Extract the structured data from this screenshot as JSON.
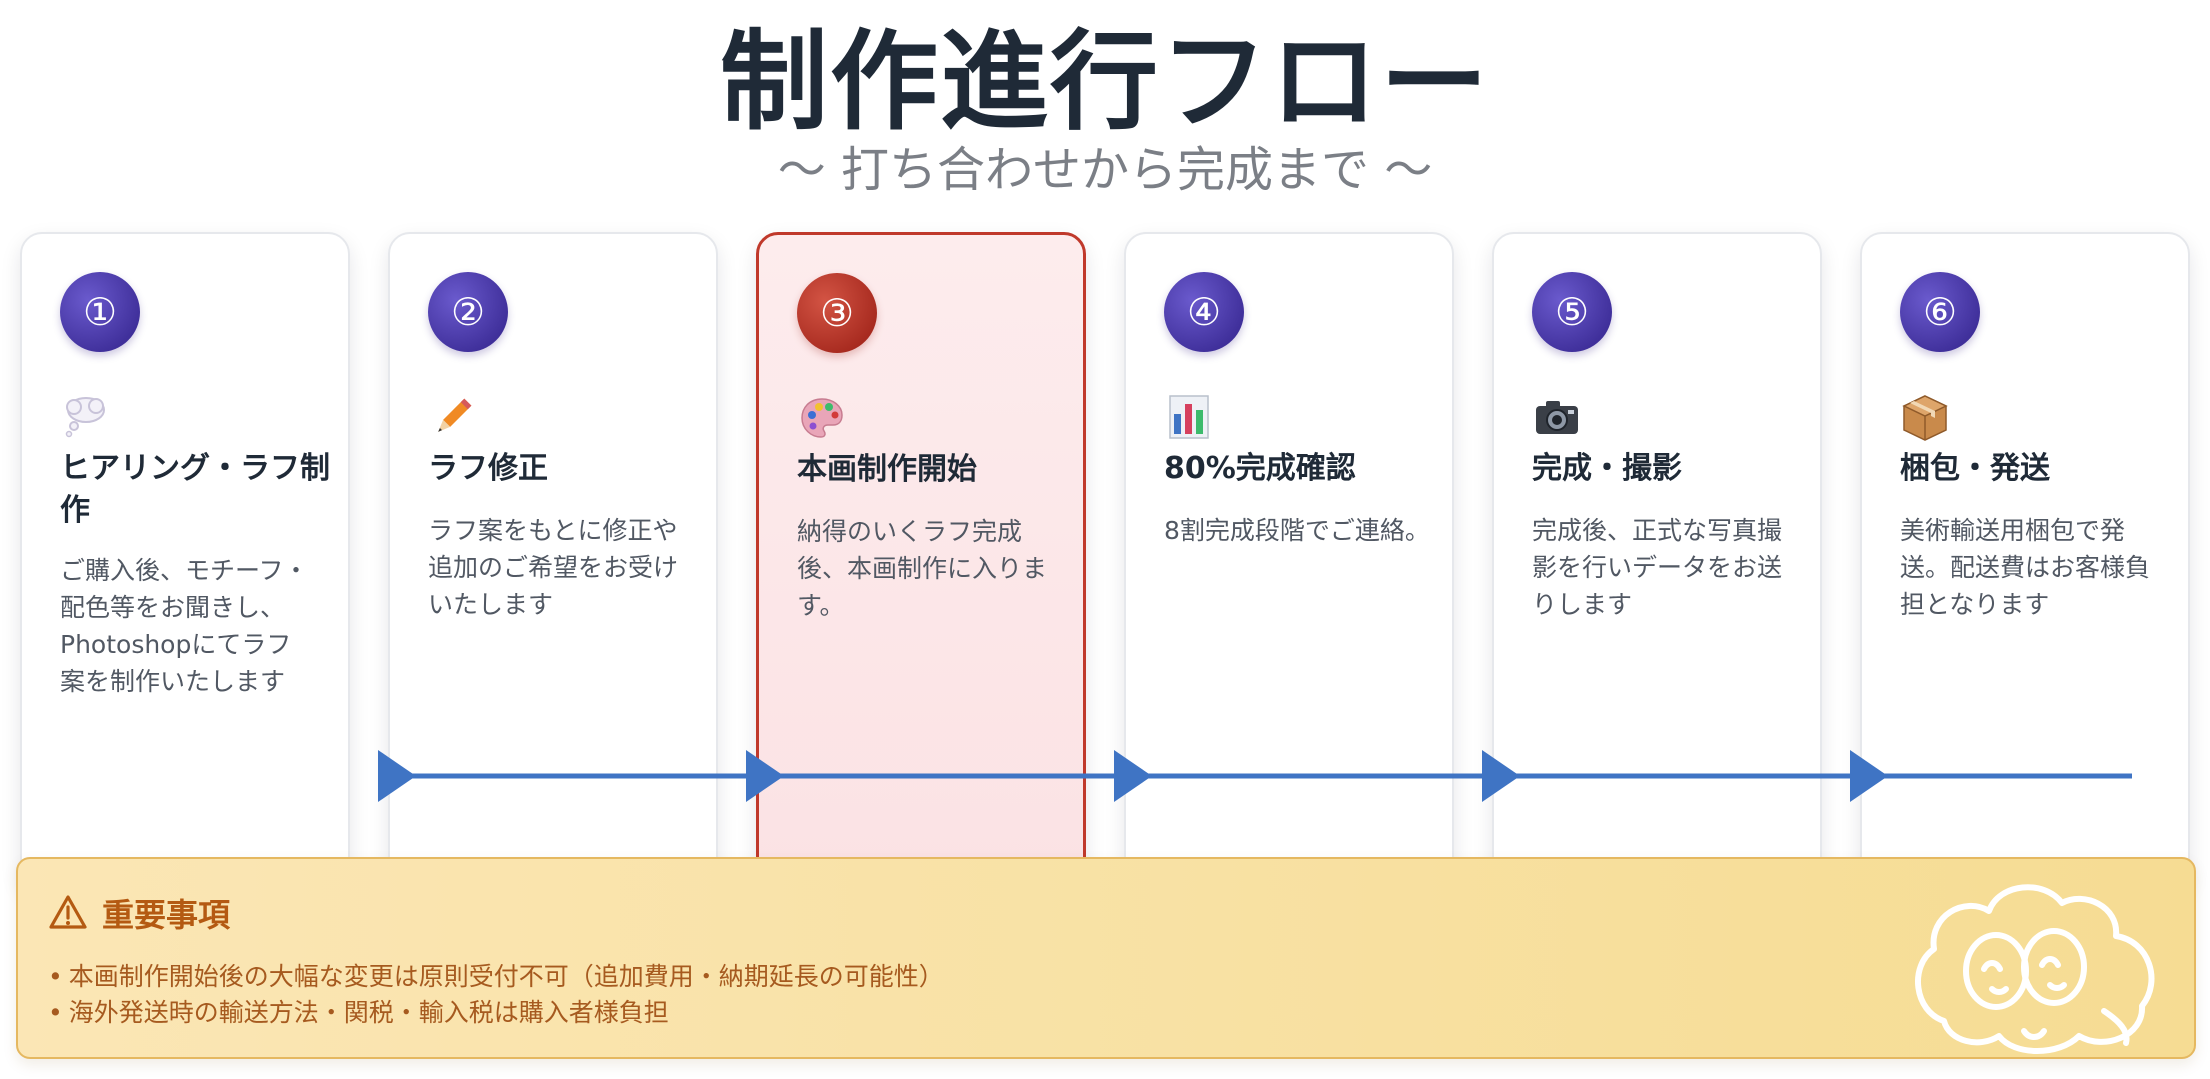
{
  "header": {
    "title": "制作進行フロー",
    "subtitle": "〜 打ち合わせから完成まで 〜"
  },
  "steps": [
    {
      "number": "①",
      "icon": "thought-bubble-icon",
      "title": "ヒアリング・ラフ制作",
      "description": "ご購入後、モチーフ・配色等をお聞きし、Photoshopにてラフ案を制作いたします",
      "active": false
    },
    {
      "number": "②",
      "icon": "pencil-icon",
      "title": "ラフ修正",
      "description": "ラフ案をもとに修正や追加のご希望をお受けいたします",
      "active": false
    },
    {
      "number": "③",
      "icon": "palette-icon",
      "title": "本画制作開始",
      "description": "納得のいくラフ完成後、本画制作に入ります。",
      "active": true
    },
    {
      "number": "④",
      "icon": "bar-chart-icon",
      "title": "80%完成確認",
      "description": "8割完成段階でご連絡。",
      "active": false
    },
    {
      "number": "⑤",
      "icon": "camera-icon",
      "title": "完成・撮影",
      "description": "完成後、正式な写真撮影を行いデータをお送りします",
      "active": false
    },
    {
      "number": "⑥",
      "icon": "package-icon",
      "title": "梱包・発送",
      "description": "美術輸送用梱包で発送。配送費はお客様負担となります",
      "active": false
    }
  ],
  "notes": {
    "title": "重要事項",
    "items": [
      "本画制作開始後の大幅な変更は原則受付不可（追加費用・納期延長の可能性）",
      "海外発送時の輸送方法・関税・輸入税は購入者様負担"
    ]
  },
  "colors": {
    "accent_purple": "#4b3aa8",
    "accent_red": "#b33226",
    "timeline_blue": "#3f74c4",
    "warning_orange": "#b45a12"
  }
}
